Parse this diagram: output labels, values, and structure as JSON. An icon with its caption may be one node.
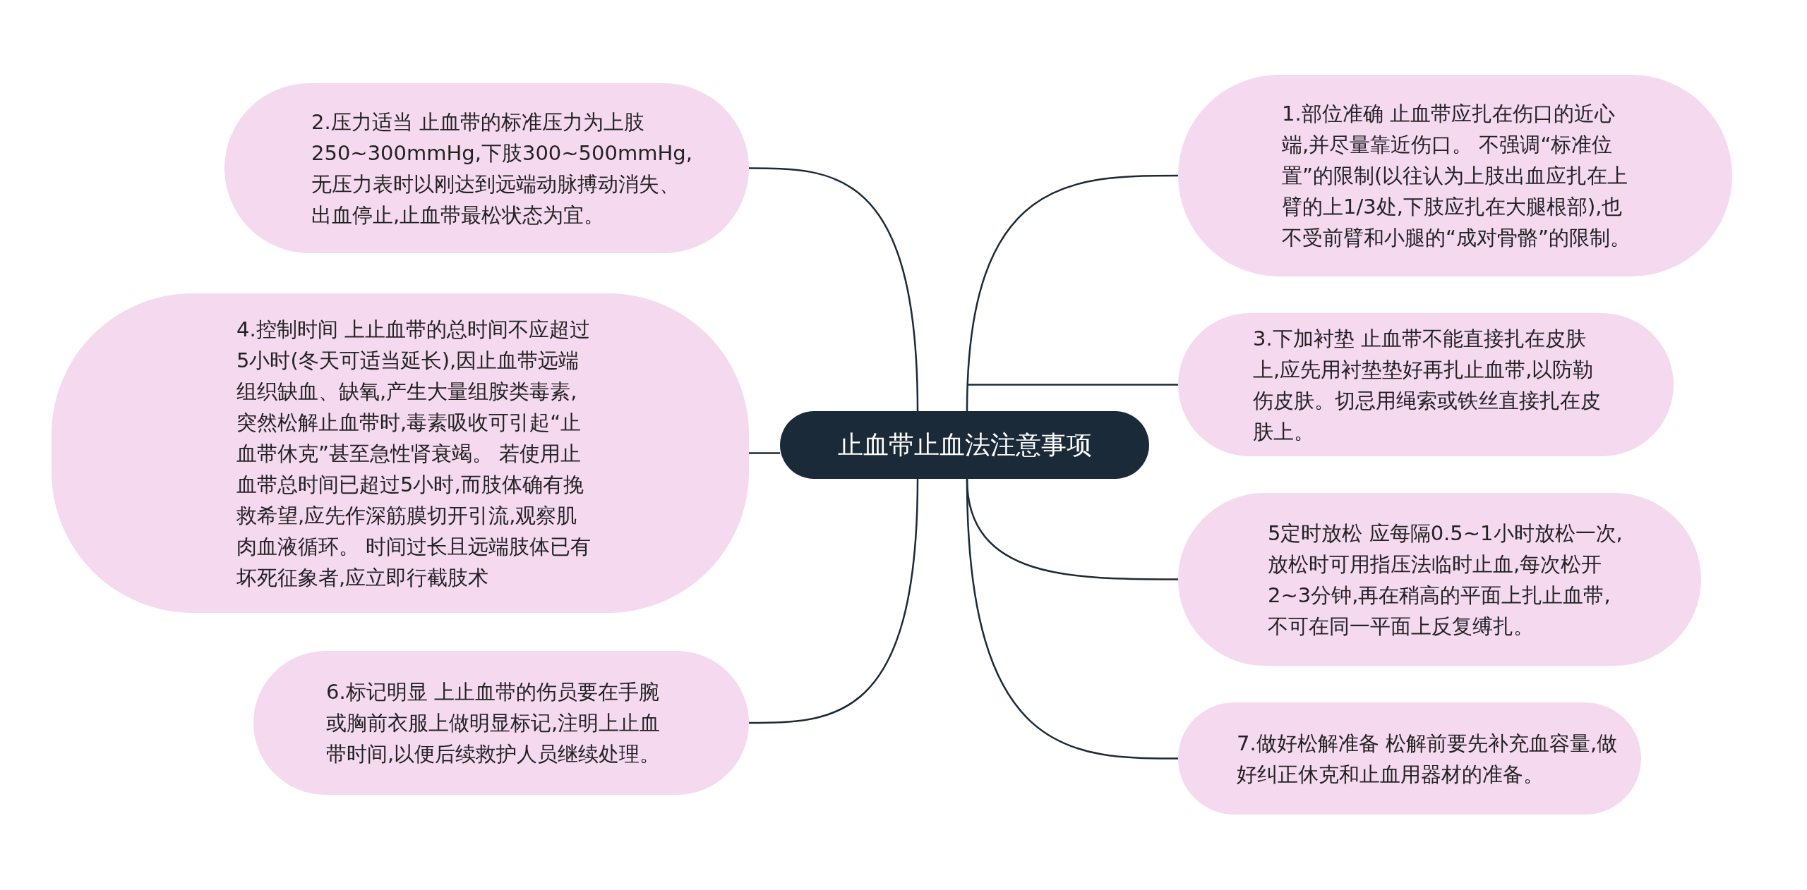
{
  "diagram": {
    "nodes": [
      {
        "text": [
          "止血带止血法注意事项"
        ]
      },
      {
        "text": [
          "1.部位准确 止血带应扎在伤口的近心端,并尽量靠近伤口。 不强调“标准位置”的限制(以往认为上肢出血应扎在上臂的上1/3处,下肢应扎在大腿根部),也不受前臂和小腿的“成对骨骼”的限制。"
        ]
      },
      {
        "text": [
          "2.压力适当 止血带的标准压力为上肢250~300mmHg,下肢300~500mmHg,无压力表时以刚达到远端动脉搏动消失、出血停止,止血带最松状态为宜。"
        ]
      },
      {
        "text": [
          "3.下加衬垫 止血带不能直接扎在皮肤上,应先用衬垫垫好再扎止血带,以防勒伤皮肤。切忌用绳索或铁丝直接扎在皮肤上。"
        ]
      },
      {
        "text": [
          "4.控制时间 上止血带的总时间不应超过5小时(冬天可适当延长),因止血带远端组织缺血、缺氧,产生大量组胺类毒素,突然松解止血带时,毒素吸收可引起“止血带休克”甚至急性肾衰竭。 若使用止血带总时间已超过5小时,而肢体确有挽救希望,应先作深筋膜切开引流,观察肌肉血液循环。 时间过长且远端肢体已有坏死征象者,应立即行截肢术"
        ]
      },
      {
        "text": [
          "5定时放松 应每隔0.5~1小时放松一次,放松时可用指压法临时止血,每次松开2~3分钟,再在稍高的平面上扎止血带,不可在同一平面上反复缚扎。"
        ]
      },
      {
        "text": [
          "6.标记明显 上止血带的伤员要在手腕或胸前衣服上做明显标记,注明上止血带时间,以便后续救护人员继续处理。"
        ]
      },
      {
        "text": [
          "7.做好松解准备 松解前要先补充血容量,做好纠正休克和止血用器材的准备。"
        ]
      }
    ],
    "edges": [
      {
        "from": 0,
        "to": 1,
        "arrow": "none"
      },
      {
        "from": 0,
        "to": 2,
        "arrow": "none"
      },
      {
        "from": 0,
        "to": 3,
        "arrow": "none"
      },
      {
        "from": 0,
        "to": 4,
        "arrow": "none"
      },
      {
        "from": 0,
        "to": 5,
        "arrow": "none"
      },
      {
        "from": 0,
        "to": 6,
        "arrow": "none"
      },
      {
        "from": 0,
        "to": 7,
        "arrow": "none"
      }
    ]
  }
}
